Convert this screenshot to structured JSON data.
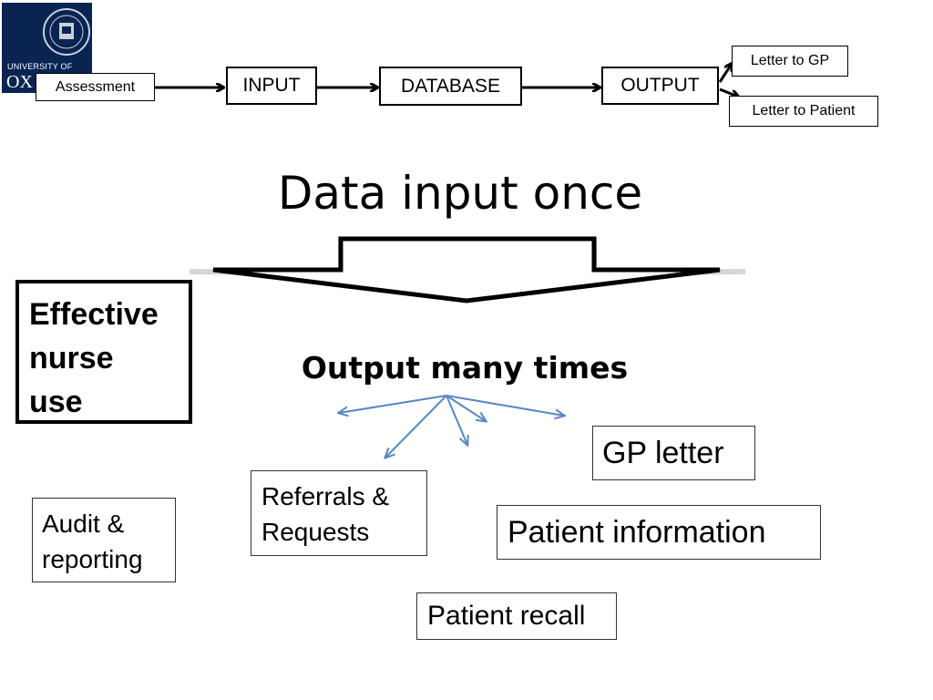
{
  "logo": {
    "name": "oxford-crest-icon",
    "line1": "UNIVERSITY OF",
    "line2": "OX"
  },
  "flow": {
    "assessment": "Assessment",
    "input": "INPUT",
    "database": "DATABASE",
    "output": "OUTPUT",
    "letter_gp": "Letter to GP",
    "letter_patient": "Letter to Patient"
  },
  "title": "Data input once",
  "subtitle": "Output many times",
  "effective": [
    "Effective",
    "nurse",
    "use"
  ],
  "outputs": {
    "gp_letter": "GP letter",
    "referrals": [
      "Referrals &",
      "Requests"
    ],
    "patient_information": "Patient information",
    "audit": [
      "Audit &",
      "reporting"
    ],
    "patient_recall": "Patient recall"
  },
  "colors": {
    "logo_bg": "#0a2452",
    "arrow_blue": "#5b87c1"
  }
}
